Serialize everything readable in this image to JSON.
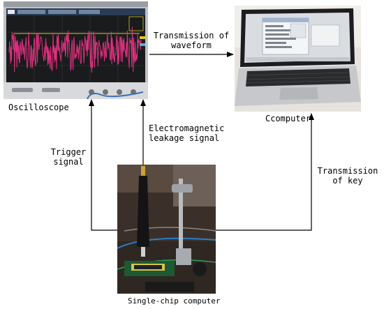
{
  "diagram": {
    "nodes": {
      "oscilloscope": {
        "label": "Oscilloscope"
      },
      "computer": {
        "label": "Ccomputer"
      },
      "mcu": {
        "label": "Single-chip computer"
      }
    },
    "edges": {
      "waveform": {
        "line1": "Transmission of",
        "line2": "waveform"
      },
      "em_leak": {
        "line1": "Electromagnetic",
        "line2": "leakage signal"
      },
      "trigger": {
        "line1": "Trigger",
        "line2": "signal"
      },
      "key": {
        "line1": "Transmission",
        "line2": "of key"
      }
    }
  },
  "colors": {
    "waveform_trace": "#e0307f",
    "scope_screen": "#1a1b1d",
    "arrow": "#000000"
  }
}
